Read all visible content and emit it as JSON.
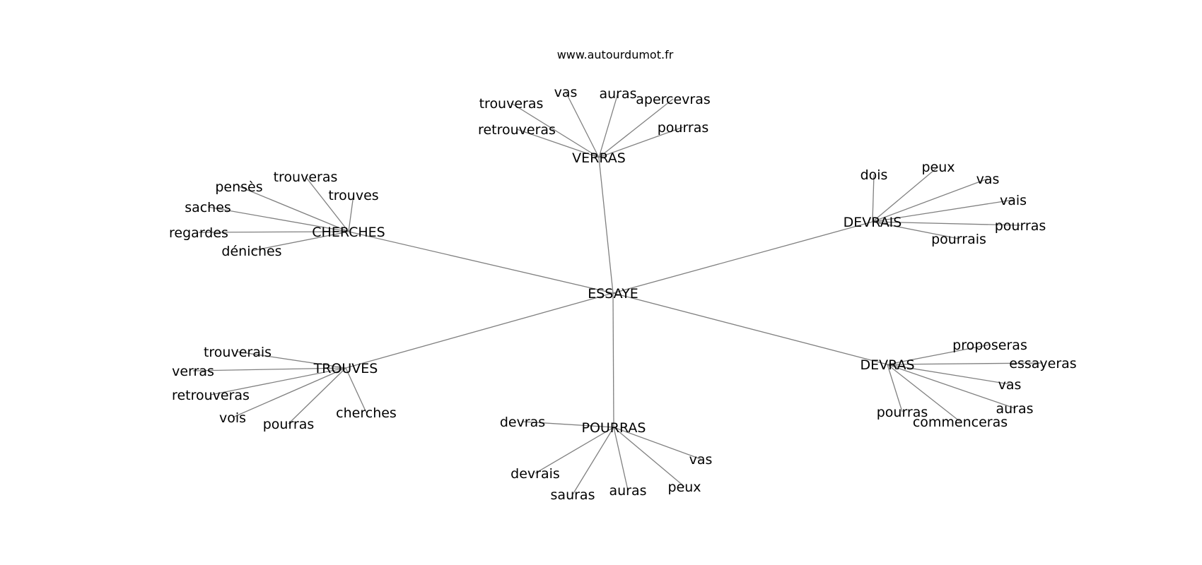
{
  "header": {
    "source": "www.autourdumot.fr"
  },
  "graph": {
    "center": "ESSAYE",
    "clusters": [
      {
        "hub": "VERRAS",
        "words": [
          "trouveras",
          "vas",
          "auras",
          "apercevras",
          "retrouveras",
          "pourras"
        ]
      },
      {
        "hub": "CHERCHES",
        "words": [
          "trouveras",
          "pensès",
          "trouves",
          "saches",
          "regardes",
          "déniches"
        ]
      },
      {
        "hub": "DEVRAIS",
        "words": [
          "dois",
          "peux",
          "vas",
          "vais",
          "pourras",
          "pourrais"
        ]
      },
      {
        "hub": "TROUVES",
        "words": [
          "trouverais",
          "verras",
          "retrouveras",
          "vois",
          "pourras",
          "cherches"
        ]
      },
      {
        "hub": "POURRAS",
        "words": [
          "devras",
          "vas",
          "devrais",
          "sauras",
          "auras",
          "peux"
        ]
      },
      {
        "hub": "DEVRAS",
        "words": [
          "proposeras",
          "essayeras",
          "vas",
          "auras",
          "pourras",
          "commenceras"
        ]
      }
    ]
  }
}
